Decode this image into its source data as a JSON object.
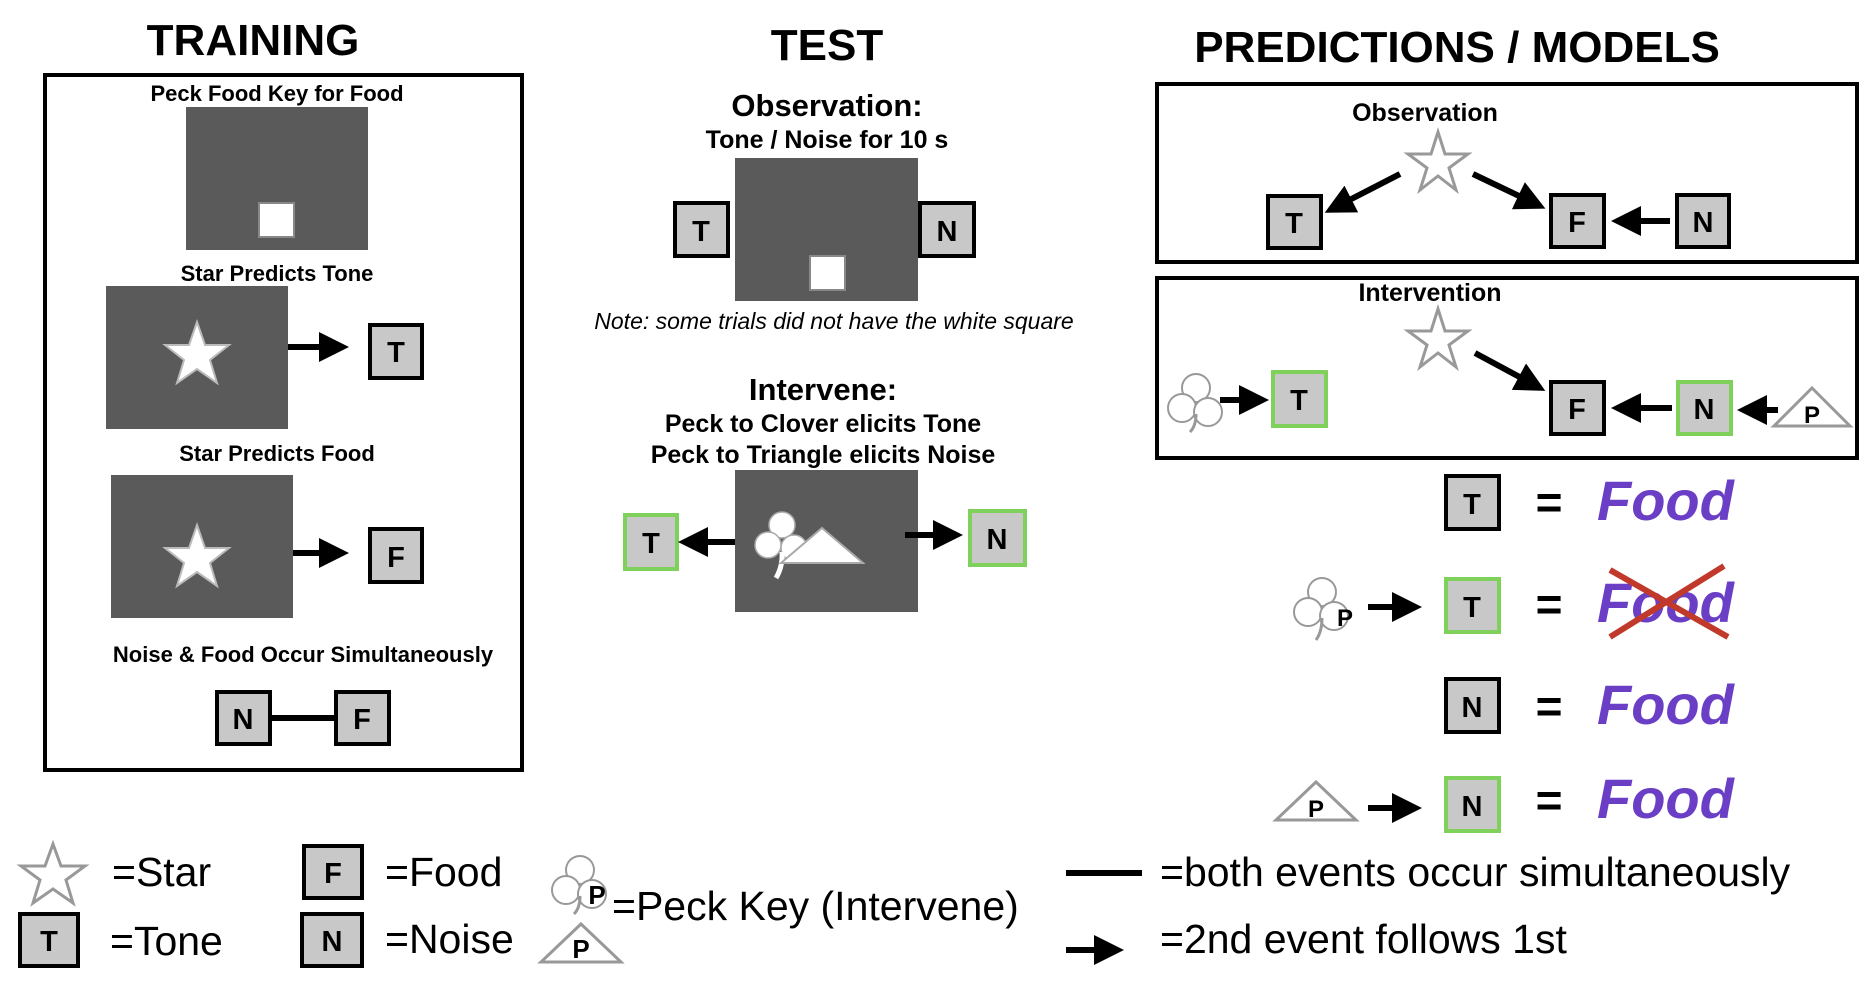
{
  "headings": {
    "training": "TRAINING",
    "test": "TEST",
    "predictions": "PREDICTIONS / MODELS"
  },
  "training": {
    "step1": "Peck Food Key for Food",
    "step2": "Star Predicts Tone",
    "step3": "Star Predicts Food",
    "step4": "Noise & Food Occur Simultaneously"
  },
  "test": {
    "observation_title": "Observation:",
    "observation_sub": "Tone / Noise for 10 s",
    "note": "Note: some trials did not have the white square",
    "intervene_title": "Intervene:",
    "intervene_line1": "Peck to Clover elicits Tone",
    "intervene_line2": "Peck to Triangle elicits Noise"
  },
  "models": {
    "observation": "Observation",
    "intervention": "Intervention"
  },
  "letters": {
    "tone": "T",
    "food": "F",
    "noise": "N",
    "peck": "P"
  },
  "results": {
    "equals": "=",
    "food": "Food"
  },
  "legend": {
    "star": "=Star",
    "food": "=Food",
    "tone": "=Tone",
    "noise": "=Noise",
    "peck": "=Peck Key (Intervene)",
    "simultaneous": "=both events occur simultaneously",
    "follows": "=2nd event follows 1st"
  },
  "colors": {
    "panel": "#5a5a5a",
    "key_fill": "#c8c8c8",
    "green_border": "#7fd15c",
    "food_text": "#6a3fc6",
    "cross": "#c0392b"
  }
}
